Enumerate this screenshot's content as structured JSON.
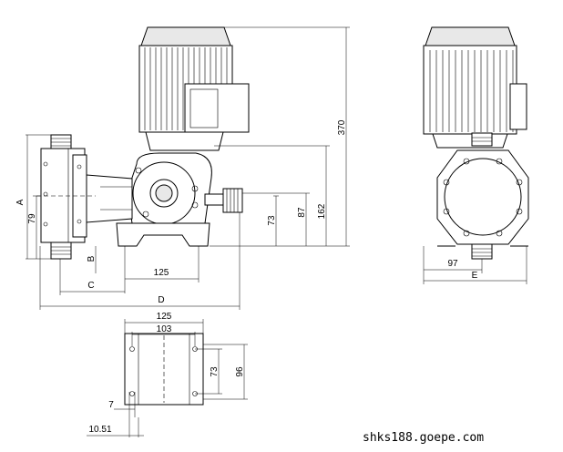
{
  "dimensions": {
    "side_view": {
      "height_total": "370",
      "height_mid": "162",
      "height_87": "87",
      "height_73": "73",
      "label_a": "A",
      "height_79": "79",
      "label_b": "B",
      "width_125": "125",
      "label_c": "C",
      "label_d": "D"
    },
    "front_view": {
      "width_97": "97",
      "label_e": "E"
    },
    "base_plate": {
      "width_125": "125",
      "width_103": "103",
      "height_73": "73",
      "height_96": "96",
      "slot_7": "7",
      "slot_10_51": "10.51"
    }
  },
  "watermark": "shks188.goepe.com"
}
